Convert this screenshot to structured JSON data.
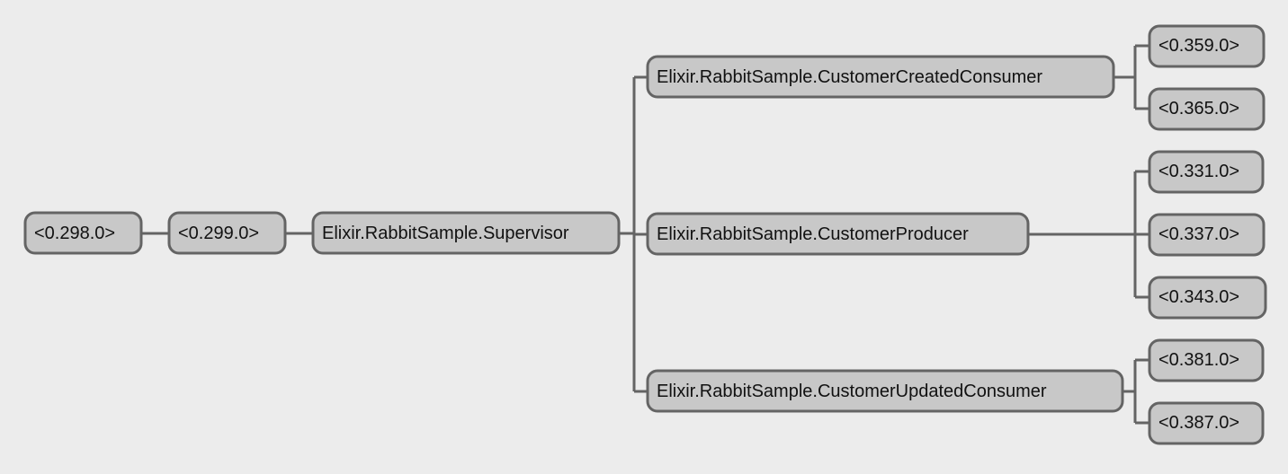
{
  "tree": {
    "root": {
      "label": "<0.298.0>"
    },
    "level1": {
      "label": "<0.299.0>"
    },
    "supervisor": {
      "label": "Elixir.RabbitSample.Supervisor"
    },
    "workers": [
      {
        "label": "Elixir.RabbitSample.CustomerCreatedConsumer",
        "children": [
          {
            "label": "<0.359.0>"
          },
          {
            "label": "<0.365.0>"
          }
        ]
      },
      {
        "label": "Elixir.RabbitSample.CustomerProducer",
        "children": [
          {
            "label": "<0.331.0>"
          },
          {
            "label": "<0.337.0>"
          },
          {
            "label": "<0.343.0>"
          }
        ]
      },
      {
        "label": "Elixir.RabbitSample.CustomerUpdatedConsumer",
        "children": [
          {
            "label": "<0.381.0>"
          },
          {
            "label": "<0.387.0>"
          }
        ]
      }
    ]
  },
  "colors": {
    "background": "#ececec",
    "node_fill": "#c8c8c8",
    "node_border": "#646464",
    "connector": "#646464",
    "text": "#111111"
  }
}
